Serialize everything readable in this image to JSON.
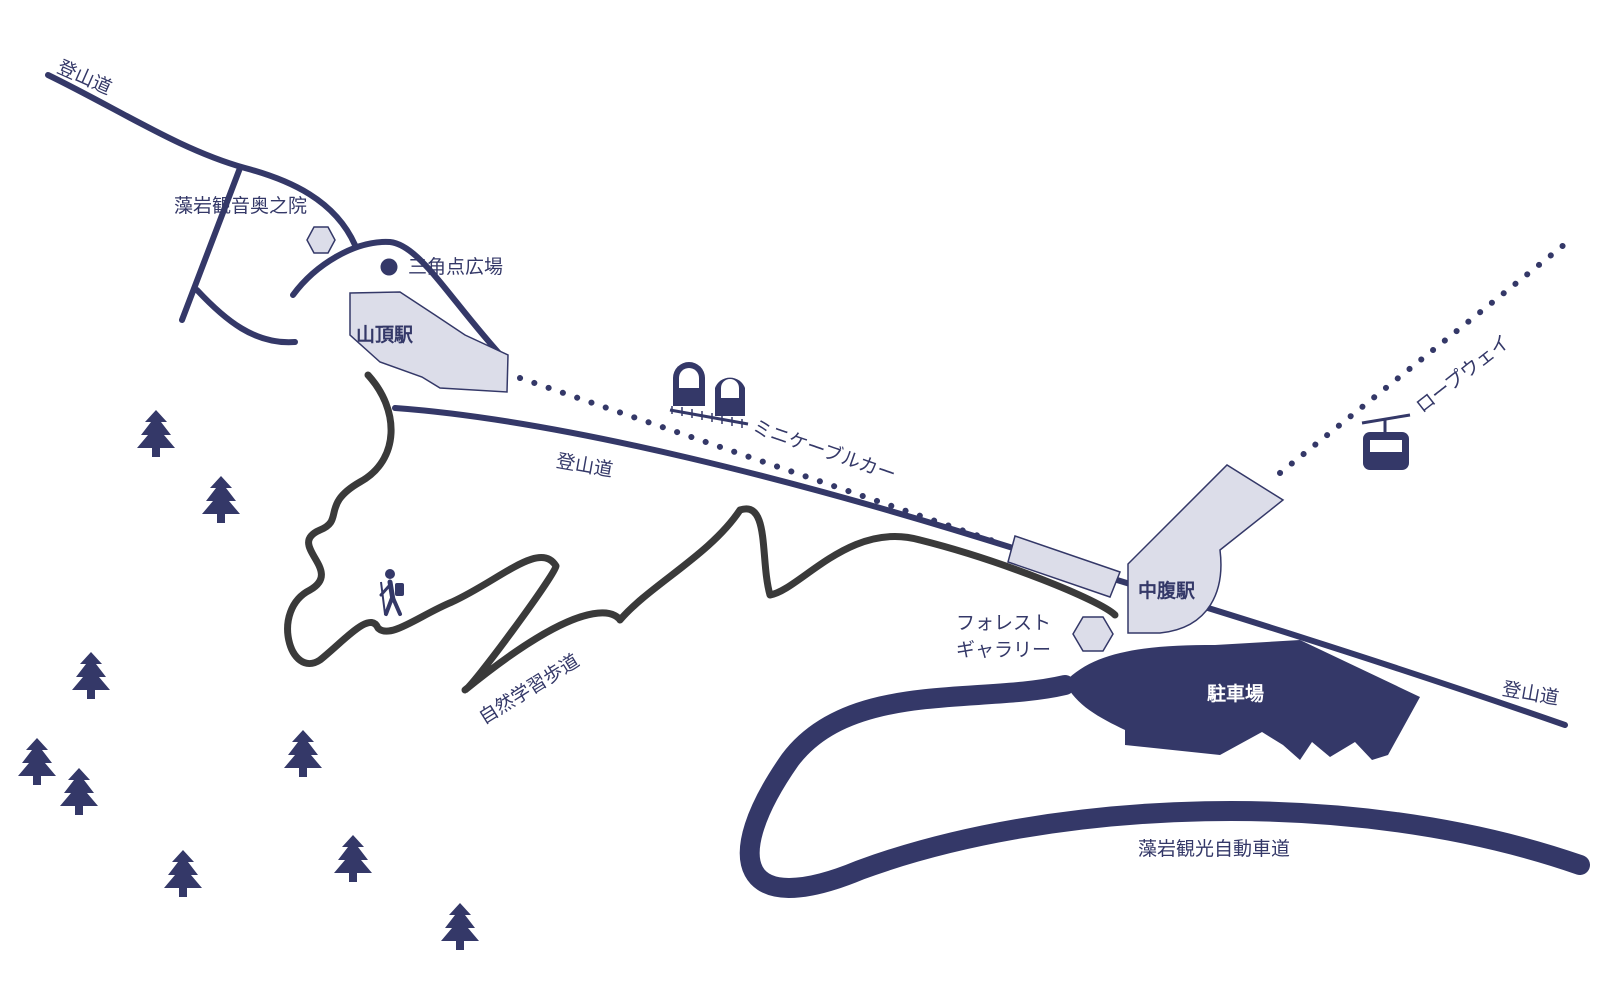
{
  "colors": {
    "route": "#343868",
    "trail": "#3a3a3a",
    "station_fill": "#dcdde9",
    "parking_fill": "#343868",
    "background": "#ffffff"
  },
  "labels": {
    "trail_nw": "登山道",
    "okunoin": "藻岩観音奥之院",
    "triangulation_plaza": "三角点広場",
    "summit_station": "山頂駅",
    "mini_cable_car": "ミニケーブルカー",
    "trail_middle": "登山道",
    "ropeway": "ロープウェイ",
    "middle_station": "中腹駅",
    "forest_gallery": "フォレスト\nギャラリー",
    "nature_trail": "自然学習歩道",
    "parking": "駐車場",
    "trail_east": "登山道",
    "scenic_drive": "藻岩観光自動車道"
  },
  "icons": {
    "cable_car": "cable-car-icon",
    "gondola": "gondola-icon",
    "hiker": "hiker-icon",
    "tree": "tree-icon",
    "hexagon": "hexagon-icon",
    "dot": "dot-icon"
  }
}
